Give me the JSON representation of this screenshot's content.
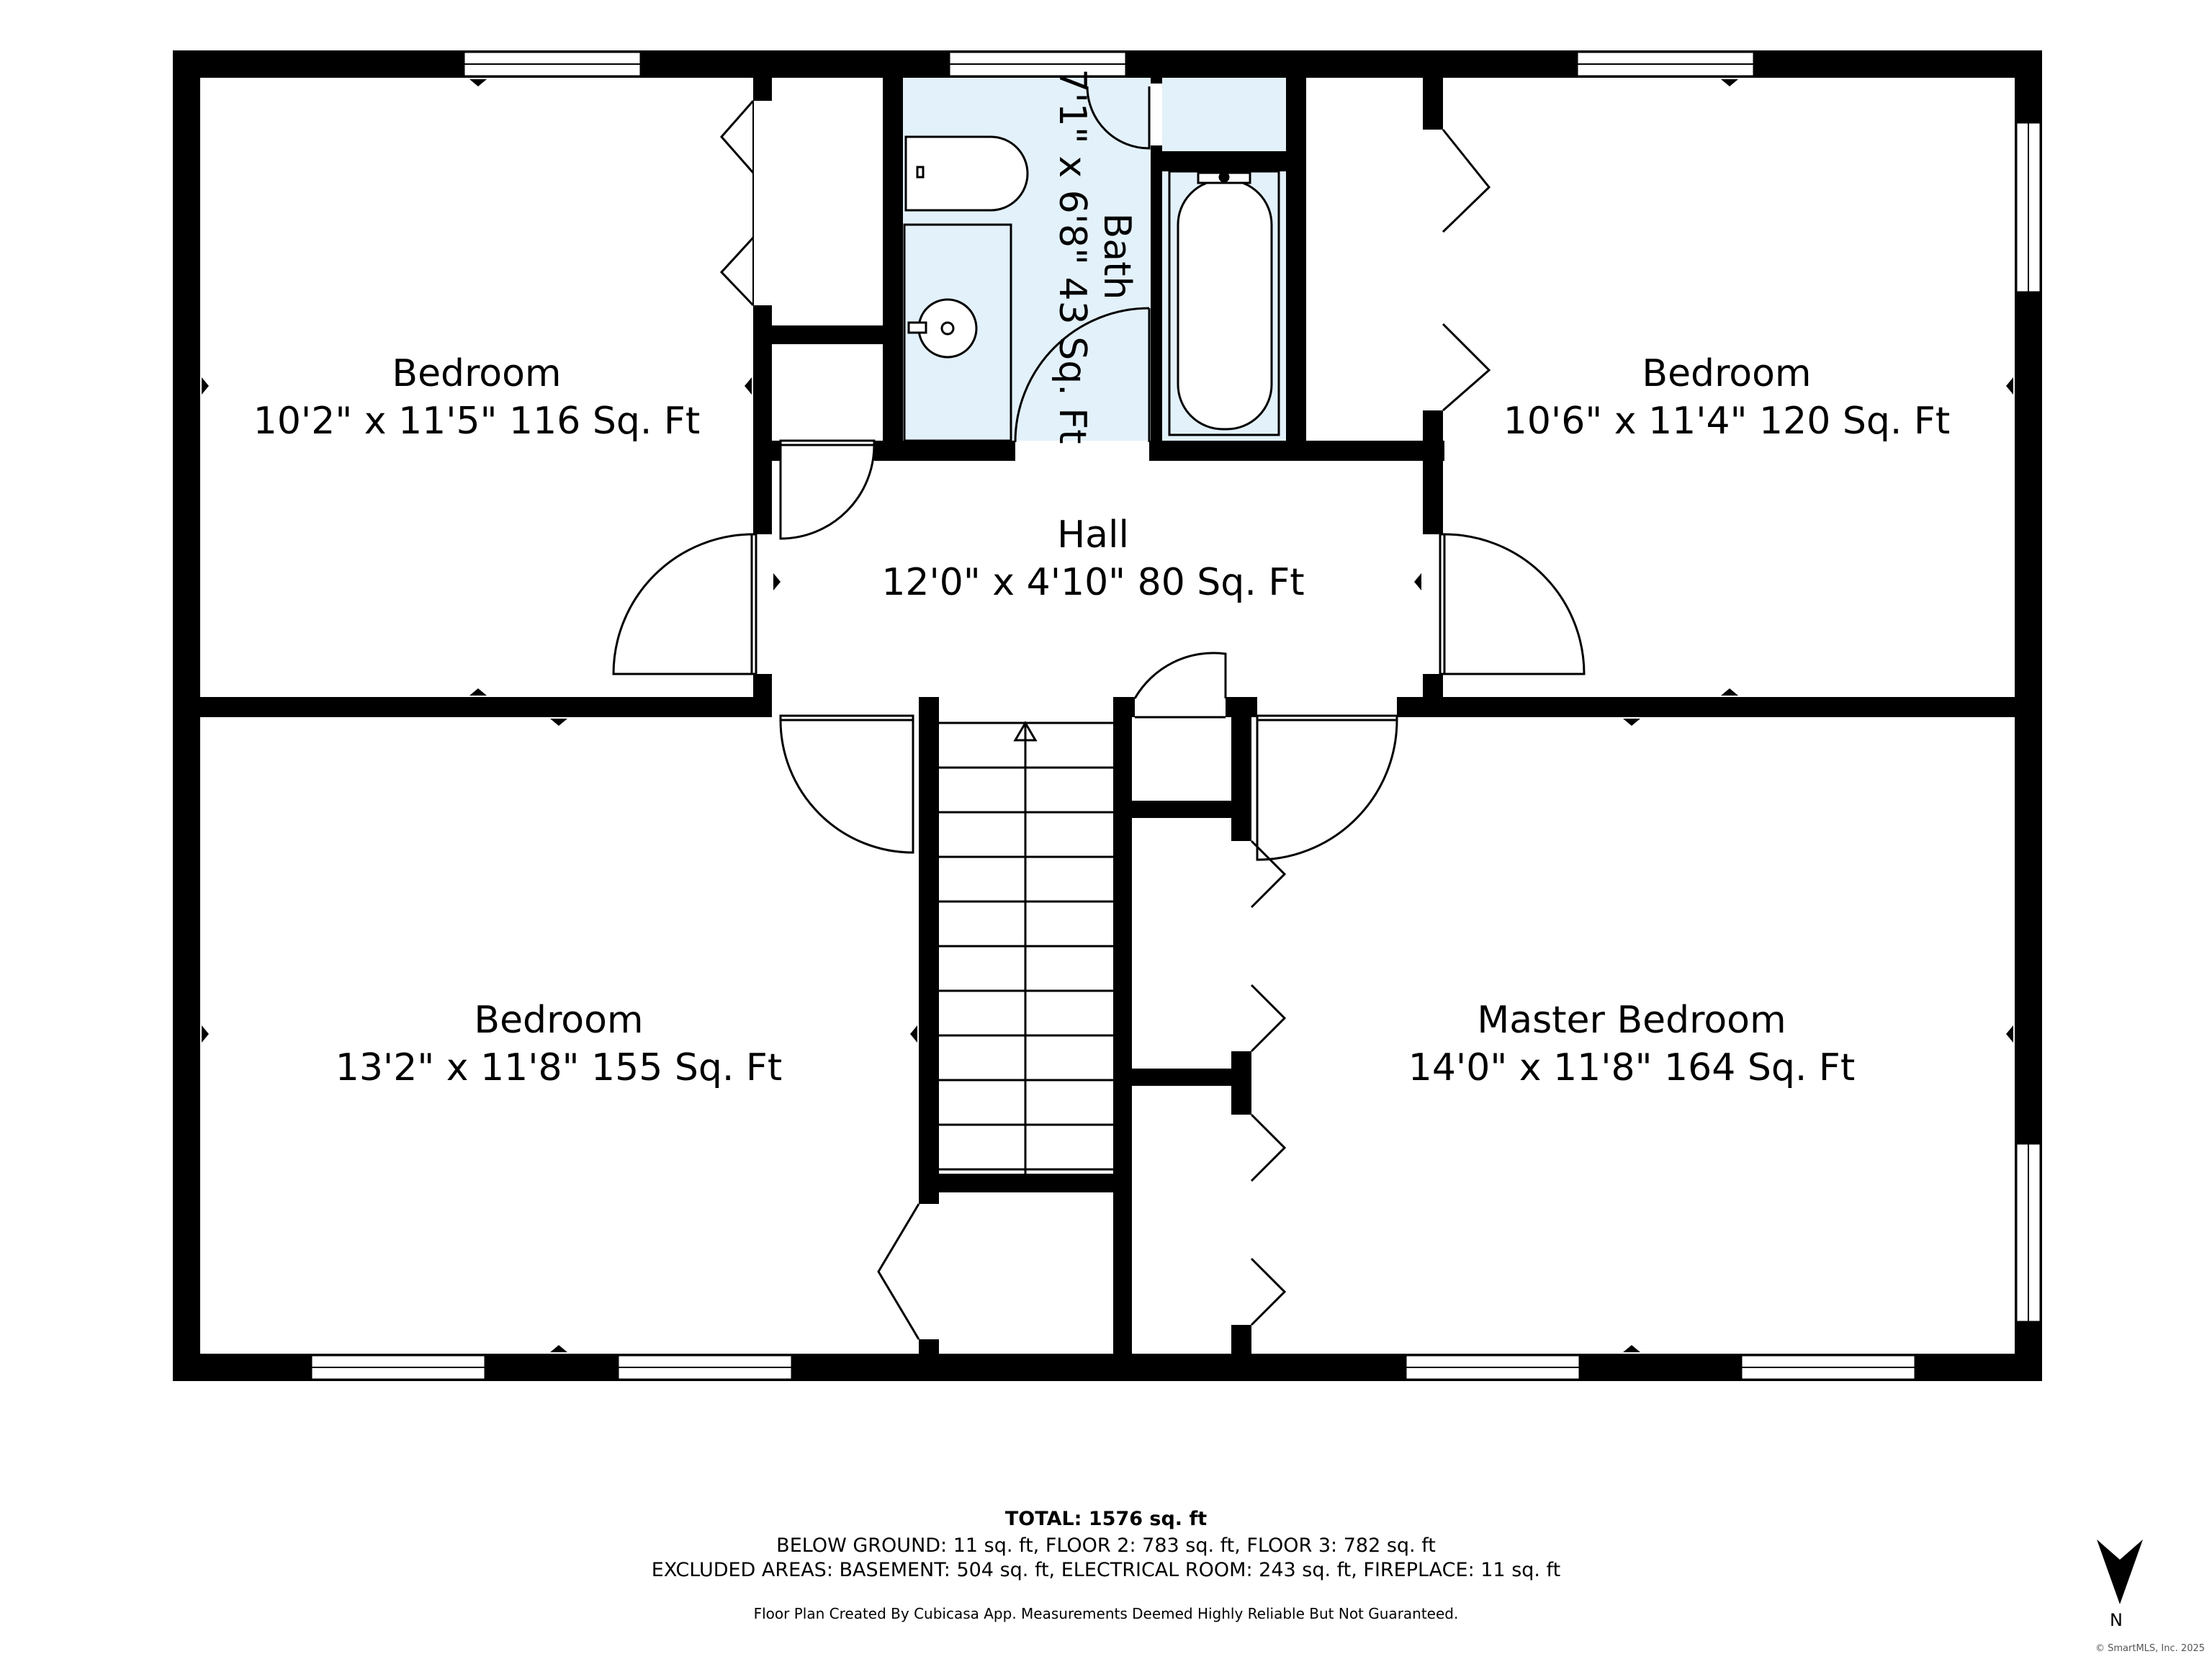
{
  "rooms": {
    "bedroom_nw": {
      "name": "Bedroom",
      "dims": "10'2\" x 11'5\" 116 Sq. Ft"
    },
    "bath": {
      "name": "Bath",
      "dims": "7'1\" x 6'8\" 43 Sq. Ft"
    },
    "bedroom_ne": {
      "name": "Bedroom",
      "dims": "10'6\" x 11'4\" 120 Sq. Ft"
    },
    "hall": {
      "name": "Hall",
      "dims": "12'0\" x 4'10\" 80 Sq. Ft"
    },
    "bedroom_sw": {
      "name": "Bedroom",
      "dims": "13'2\" x 11'8\" 155 Sq. Ft"
    },
    "master": {
      "name": "Master Bedroom",
      "dims": "14'0\" x 11'8\" 164 Sq. Ft"
    }
  },
  "footer": {
    "total": "TOTAL: 1576 sq. ft",
    "line1": "BELOW GROUND: 11 sq. ft, FLOOR 2: 783 sq. ft, FLOOR 3: 782 sq. ft",
    "line2": "EXCLUDED AREAS: BASEMENT: 504 sq. ft, ELECTRICAL ROOM: 243 sq. ft, FIREPLACE: 11 sq. ft",
    "note": "Floor Plan Created By Cubicasa App. Measurements Deemed Highly Reliable But Not Guaranteed."
  },
  "compass": {
    "label": "N"
  },
  "copyright": "© SmartMLS, Inc. 2025",
  "colors": {
    "wall": "#000000",
    "bath_fill": "#e3f1fb",
    "background": "#ffffff"
  }
}
